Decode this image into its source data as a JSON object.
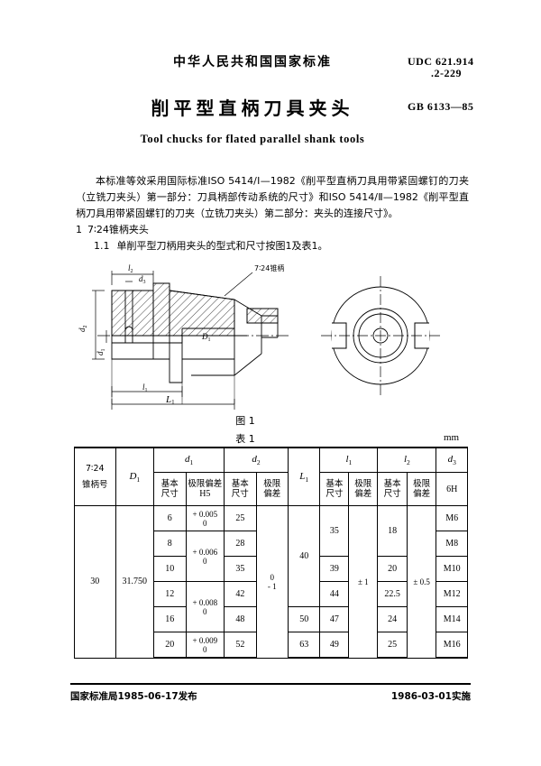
{
  "header": {
    "national_standard": "中华人民共和国国家标准",
    "title_cn": "削平型直柄刀具夹头",
    "title_en": "Tool chucks for flated parallel shank tools",
    "udc_line1": "UDC 621.914",
    "udc_line2": ".2-229",
    "standard_no": "GB 6133—85"
  },
  "body": {
    "scope_paragraph": "本标准等效采用国际标准ISO 5414/Ⅰ—1982《削平型直柄刀具用带紧固螺钉的刀夹（立铣刀夹头）第一部分：刀具柄部传动系统的尺寸》和ISO 5414/Ⅱ—1982《削平型直柄刀具用带紧固螺钉的刀夹（立铣刀夹头）第二部分：夹头的连接尺寸》。",
    "clause1_num": "1",
    "clause1_title": "7∶24锥柄夹头",
    "clause11_num": "1.1",
    "clause11_text": "单削平型刀柄用夹头的型式和尺寸按图1及表1。"
  },
  "figure": {
    "caption": "图 1",
    "labels": {
      "taper_note": "7∶24锥柄",
      "d1": "d₁",
      "d2": "d₂",
      "d3": "d₃",
      "D1": "D₁",
      "l1": "l₁",
      "l2": "l₂",
      "L1": "L₁"
    }
  },
  "table": {
    "caption": "表 1",
    "unit": "mm",
    "headers": {
      "taper_no_line1": "7∶24",
      "taper_no_line2": "锥柄号",
      "D1": "D",
      "D1_sub": "1",
      "d1": "d",
      "d1_sub": "1",
      "d2": "d",
      "d2_sub": "2",
      "L1": "L",
      "L1_sub": "1",
      "l1": "l",
      "l1_sub": "1",
      "l2": "l",
      "l2_sub": "2",
      "d3": "d",
      "d3_sub": "3",
      "basic_size_l1": "基本",
      "basic_size_l2": "尺寸",
      "dev_h5_l1": "极限偏差",
      "dev_h5_l2": "H5",
      "dev_l1": "极限",
      "dev_l2": "偏差",
      "thread_tol": "6H"
    },
    "taper_no": "30",
    "D1_value": "31.750",
    "d2_dev_upper": "0",
    "d2_dev_lower": "- 1",
    "l1_dev": "± 1",
    "l2_dev": "± 0.5",
    "rows": [
      {
        "d1": "6",
        "d1_dev_u": "+ 0.005",
        "d1_dev_l": "0",
        "d2": "25",
        "L1": "40",
        "l1": "35",
        "l2": "18",
        "d3": "M6"
      },
      {
        "d1": "8",
        "d1_dev_u": "+ 0.006",
        "d1_dev_l": "0",
        "d2": "28",
        "L1": "",
        "l1": "",
        "l2": "",
        "d3": "M8"
      },
      {
        "d1": "10",
        "d1_dev_u": "",
        "d1_dev_l": "",
        "d2": "35",
        "L1": "",
        "l1": "39",
        "l2": "20",
        "d3": "M10"
      },
      {
        "d1": "12",
        "d1_dev_u": "+ 0.008",
        "d1_dev_l": "0",
        "d2": "42",
        "L1": "",
        "l1": "44",
        "l2": "22.5",
        "d3": "M12"
      },
      {
        "d1": "16",
        "d1_dev_u": "",
        "d1_dev_l": "",
        "d2": "48",
        "L1": "50",
        "l1": "47",
        "l2": "24",
        "d3": "M14"
      },
      {
        "d1": "20",
        "d1_dev_u": "+ 0.009",
        "d1_dev_l": "0",
        "d2": "52",
        "L1": "63",
        "l1": "49",
        "l2": "25",
        "d3": "M16"
      }
    ]
  },
  "footer": {
    "issued": "国家标准局1985-06-17发布",
    "effective": "1986-03-01实施"
  }
}
